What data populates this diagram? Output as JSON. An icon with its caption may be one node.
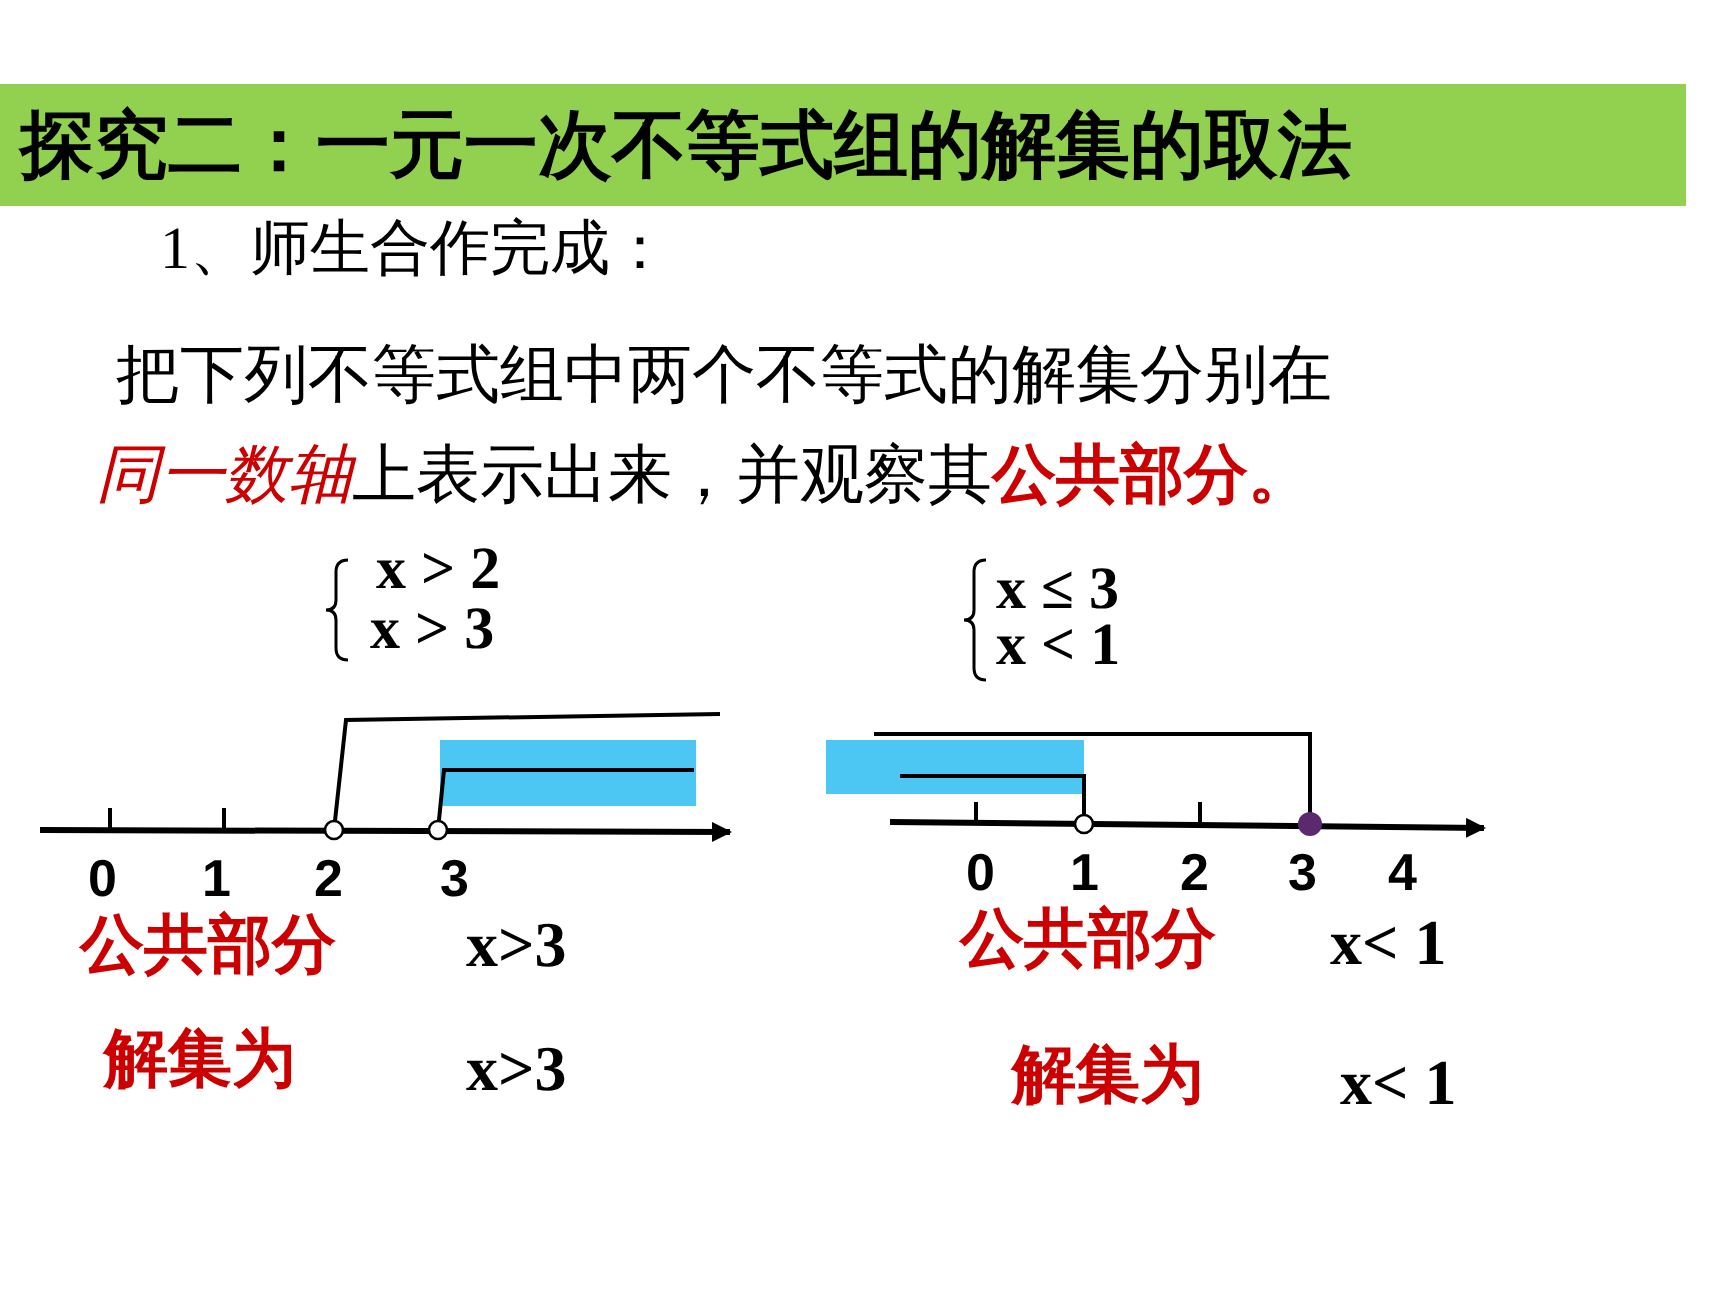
{
  "diagram": {
    "title": "探究二：一元一次不等式组的解集的取法",
    "labels": [
      "1、师生合作完成：",
      "把下列不等式组中两个不等式的解集分别在",
      "同一数轴",
      "上表示出来，并观察其",
      "公共部分。",
      "x > 2",
      "x > 3",
      "x ≤ 3",
      "x < 1",
      "0",
      "1",
      "2",
      "3",
      "0",
      "1",
      "2",
      "3",
      "4",
      "公共部分",
      "x>3",
      "公共部分",
      "x< 1",
      "解集为",
      "x>3",
      "解集为",
      "x< 1"
    ]
  }
}
